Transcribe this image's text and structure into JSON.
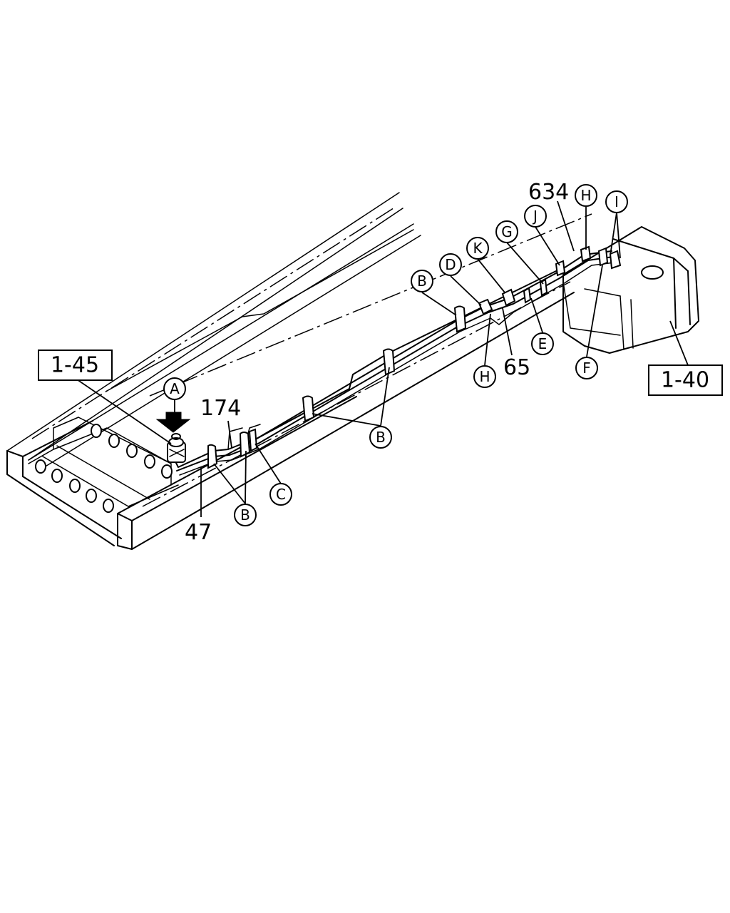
{
  "reference_boxes": [
    {
      "id": "ref-1-45",
      "label": "1-45"
    },
    {
      "id": "ref-1-40",
      "label": "1-40"
    }
  ],
  "part_numbers": [
    {
      "id": "part-634",
      "label": "634"
    },
    {
      "id": "part-174",
      "label": "174"
    },
    {
      "id": "part-65",
      "label": "65"
    },
    {
      "id": "part-47",
      "label": "47"
    }
  ],
  "callouts": [
    {
      "id": "A",
      "label": "A"
    },
    {
      "id": "B1",
      "label": "B"
    },
    {
      "id": "B2",
      "label": "B"
    },
    {
      "id": "B3",
      "label": "B"
    },
    {
      "id": "C",
      "label": "C"
    },
    {
      "id": "D",
      "label": "D"
    },
    {
      "id": "E",
      "label": "E"
    },
    {
      "id": "F",
      "label": "F"
    },
    {
      "id": "G",
      "label": "G"
    },
    {
      "id": "H1",
      "label": "H"
    },
    {
      "id": "H2",
      "label": "H"
    },
    {
      "id": "I",
      "label": "I"
    },
    {
      "id": "J",
      "label": "J"
    },
    {
      "id": "K",
      "label": "K"
    }
  ]
}
